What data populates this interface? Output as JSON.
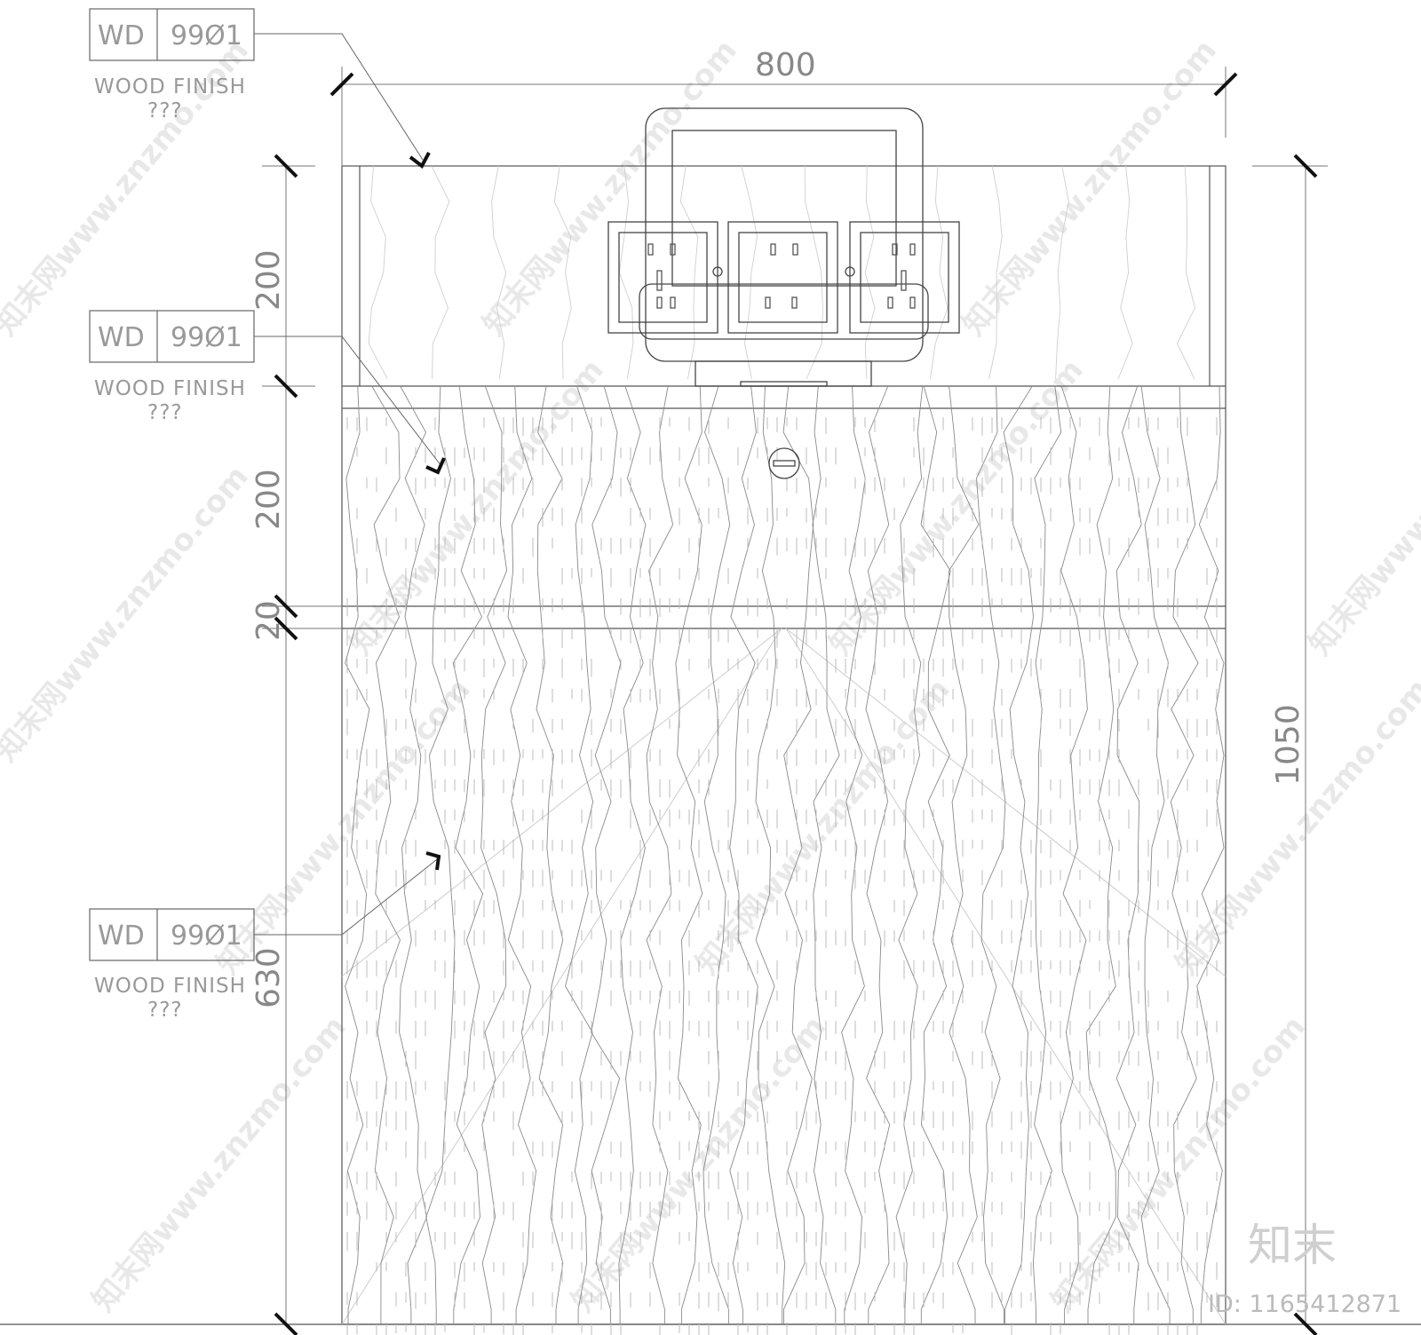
{
  "dimensions": {
    "width_total": "800",
    "height_total": "1050",
    "segment_top": "200",
    "segment_mid": "200",
    "segment_gap": "20",
    "segment_bottom": "630"
  },
  "tags": [
    {
      "code_left": "WD",
      "code_right": "99Ø1",
      "note": "WOOD FINISH",
      "sub": "???"
    },
    {
      "code_left": "WD",
      "code_right": "99Ø1",
      "note": "WOOD FINISH",
      "sub": "???"
    },
    {
      "code_left": "WD",
      "code_right": "99Ø1",
      "note": "WOOD FINISH",
      "sub": "???"
    }
  ],
  "watermark": {
    "text": "知末网www.znzmo.com",
    "brand": "知末",
    "id": "ID: 1165412871"
  },
  "colors": {
    "line": "#555555",
    "grain": "#8a8a8a",
    "dim": "#777777",
    "tick": "#111111"
  }
}
